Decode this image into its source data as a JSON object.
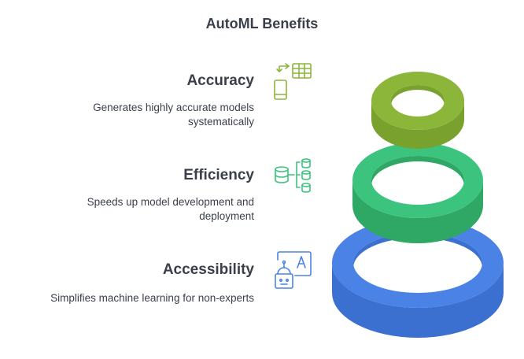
{
  "title": "AutoML Benefits",
  "items": [
    {
      "title": "Accuracy",
      "description": "Generates highly accurate models systematically",
      "icon": "device-sync-table-icon",
      "color": "#8cb63a"
    },
    {
      "title": "Efficiency",
      "description": "Speeds up model development and deployment",
      "icon": "database-network-icon",
      "color": "#3cc47e"
    },
    {
      "title": "Accessibility",
      "description": "Simplifies machine learning for non-experts",
      "icon": "robot-text-icon",
      "color": "#4a82e6"
    }
  ]
}
